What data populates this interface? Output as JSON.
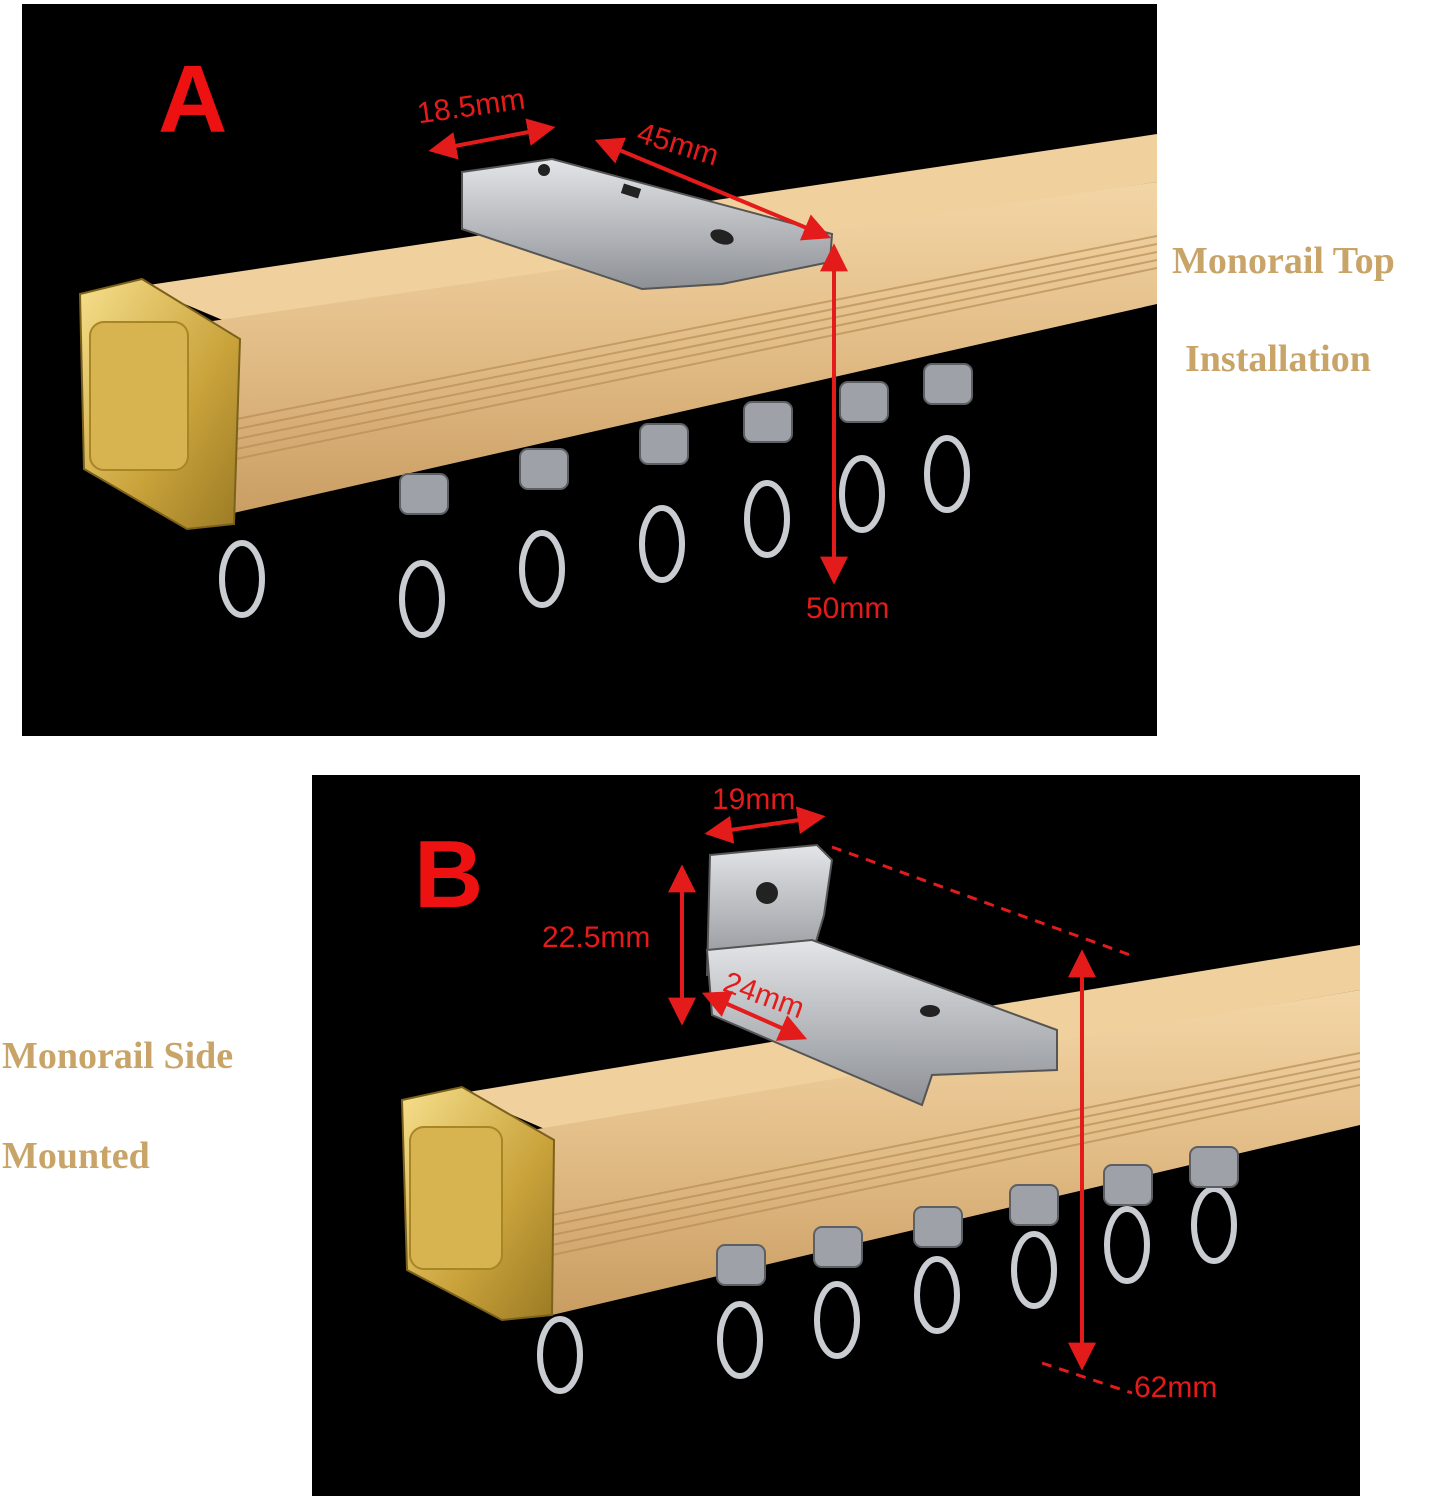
{
  "colors": {
    "panel_background": "#000000",
    "rail_gold": "#e2bc86",
    "endcap_gold": "#c9a23a",
    "bracket_steel": "#b9bcc0",
    "dimension_red": "#e41b1b",
    "label_red": "#ee1111",
    "caption_tan": "#c8a468"
  },
  "panel_a": {
    "letter": "A",
    "caption_line1": "Monorail Top",
    "caption_line2": "Installation",
    "dimensions": {
      "bracket_width": "18.5mm",
      "bracket_length": "45mm",
      "total_height": "50mm"
    },
    "glider_count": 7
  },
  "panel_b": {
    "letter": "B",
    "caption_line1": "Monorail Side",
    "caption_line2": "Mounted",
    "dimensions": {
      "bracket_width": "19mm",
      "bracket_height": "22.5mm",
      "bracket_depth": "24mm",
      "total_height": "62mm"
    },
    "glider_count": 7
  }
}
